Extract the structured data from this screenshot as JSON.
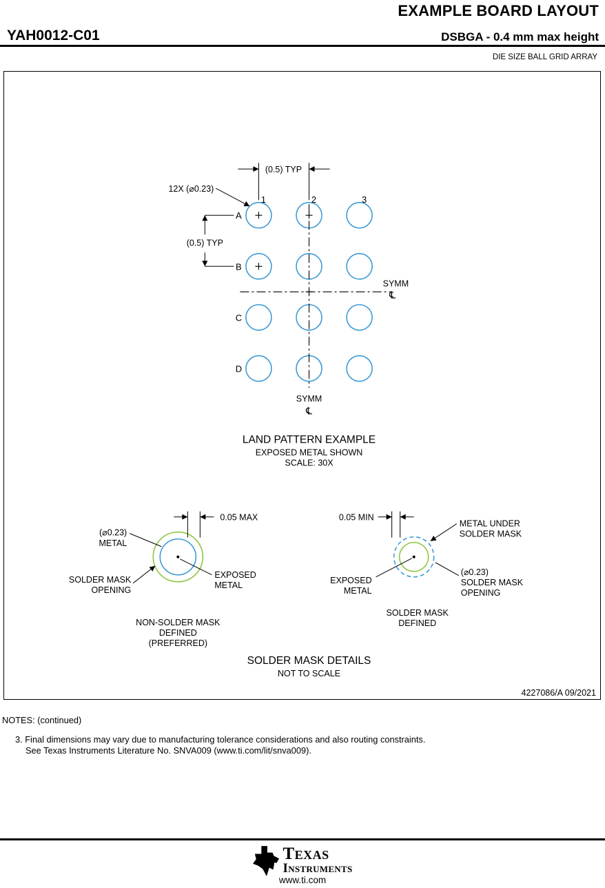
{
  "header": {
    "title": "EXAMPLE BOARD LAYOUT",
    "part_number": "YAH0012-C01",
    "package_desc": "DSBGA - 0.4 mm max height",
    "package_family": "DIE SIZE BALL GRID ARRAY"
  },
  "land_pattern": {
    "pin_callout": "12X (⌀0.23)",
    "pitch_top": "(0.5) TYP",
    "pitch_left": "(0.5) TYP",
    "col_labels": [
      "1",
      "2",
      "3"
    ],
    "row_labels": [
      "A",
      "B",
      "C",
      "D"
    ],
    "symm_right": "SYMM",
    "symm_bottom": "SYMM",
    "centerline": "℄",
    "title": "LAND PATTERN EXAMPLE",
    "subtitle": "EXPOSED METAL SHOWN",
    "scale": "SCALE: 30X"
  },
  "mask_details": {
    "nsmd": {
      "dim": "0.05 MAX",
      "metal_line1": "(⌀0.23)",
      "metal_line2": "METAL",
      "opening_line1": "SOLDER MASK",
      "opening_line2": "OPENING",
      "exposed_line1": "EXPOSED",
      "exposed_line2": "METAL",
      "caption_line1": "NON-SOLDER MASK",
      "caption_line2": "DEFINED",
      "caption_line3": "(PREFERRED)"
    },
    "smd": {
      "dim": "0.05 MIN",
      "under_line1": "METAL UNDER",
      "under_line2": "SOLDER MASK",
      "exposed_line1": "EXPOSED",
      "exposed_line2": "METAL",
      "opening_line1": "(⌀0.23)",
      "opening_line2": "SOLDER MASK",
      "opening_line3": "OPENING",
      "caption_line1": "SOLDER MASK",
      "caption_line2": "DEFINED"
    },
    "title": "SOLDER MASK DETAILS",
    "subtitle": "NOT TO SCALE"
  },
  "drawing_meta": {
    "doc_rev_date": "4227086/A   09/2021"
  },
  "notes": {
    "heading": "NOTES: (continued)",
    "note3_line1": "3. Final dimensions may vary due to manufacturing tolerance considerations and also routing constraints.",
    "note3_line2": "See Texas Instruments Literature No. SNVA009 (www.ti.com/lit/snva009)."
  },
  "footer": {
    "brand_line1": "Texas",
    "brand_line2": "Instruments",
    "website": "www.ti.com"
  },
  "colors": {
    "ball_stroke": "#3d9bd4",
    "mask_green": "#8dc63f",
    "line_black": "#000000"
  }
}
